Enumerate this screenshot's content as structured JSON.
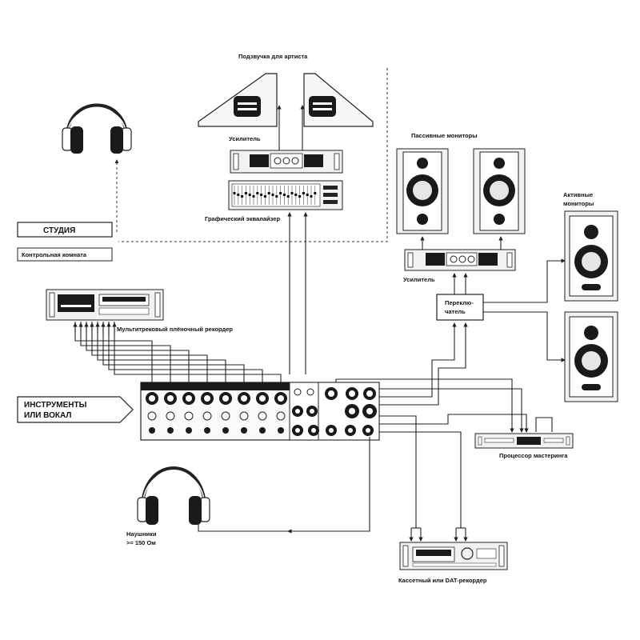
{
  "labels": {
    "artist_monitoring": "Подзвучка для артиста",
    "amplifier_top": "Усилитель",
    "graphic_eq": "Графический эквалайзер",
    "studio": "СТУДИЯ",
    "control_room": "Контрольная комната",
    "passive_monitors": "Пассивные мониторы",
    "active_monitors_1": "Активные",
    "active_monitors_2": "мониторы",
    "amplifier_right": "Усилитель",
    "switcher_1": "Переклю-",
    "switcher_2": "чатель",
    "multitrack": "Мультитрековый плёночный рекордер",
    "instruments_1": "ИНСТРУМЕНТЫ",
    "instruments_2": "ИЛИ ВОКАЛ",
    "mastering": "Процессор мастеринга",
    "headphones_1": "Наушники",
    "headphones_2": ">= 150 Ом",
    "cassette": "Кассетный или DAT-рекордер"
  },
  "colors": {
    "line": "#222222",
    "device_fill": "#f2f2f2",
    "dark": "#1a1a1a"
  },
  "icons": [
    "headphones-icon",
    "stage-monitor-icon",
    "amplifier-icon",
    "equalizer-icon",
    "speaker-icon",
    "mixer-icon",
    "tape-recorder-icon",
    "cassette-deck-icon"
  ]
}
